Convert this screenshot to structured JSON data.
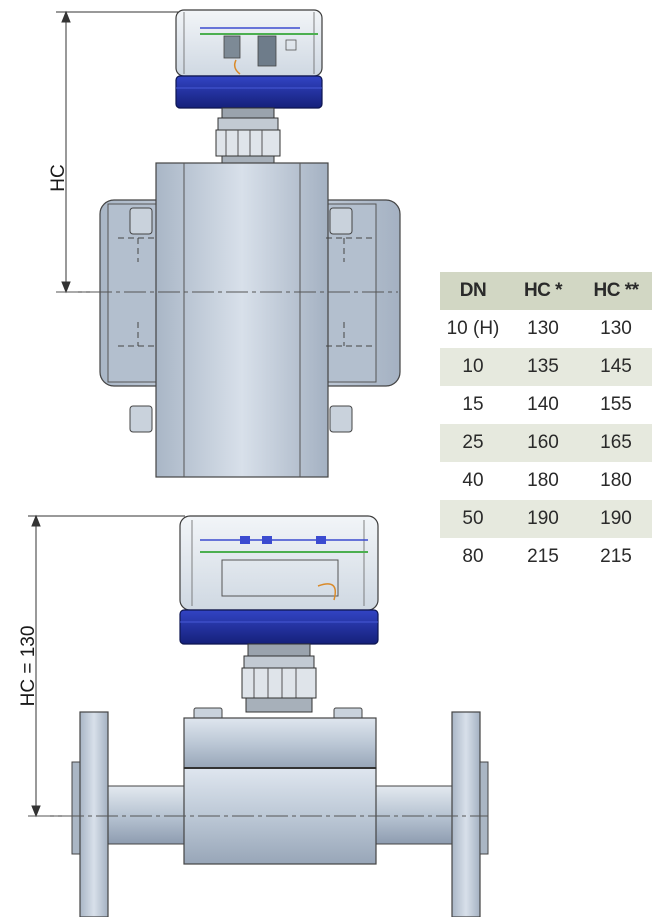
{
  "labels": {
    "hc_top": "HC",
    "hc_bottom": "HC = 130"
  },
  "table": {
    "headers": [
      "DN",
      "HC *",
      "HC **"
    ],
    "rows": [
      [
        "10 (H)",
        "130",
        "130"
      ],
      [
        "10",
        "135",
        "145"
      ],
      [
        "15",
        "140",
        "155"
      ],
      [
        "25",
        "160",
        "165"
      ],
      [
        "40",
        "180",
        "180"
      ],
      [
        "50",
        "190",
        "190"
      ],
      [
        "80",
        "215",
        "215"
      ]
    ]
  },
  "colors": {
    "header_bg": "#d2d7c4",
    "stripe_bg": "#e6e9de",
    "body_metal": "#b9c6d6",
    "housing_blue": "#1f2f9a"
  }
}
